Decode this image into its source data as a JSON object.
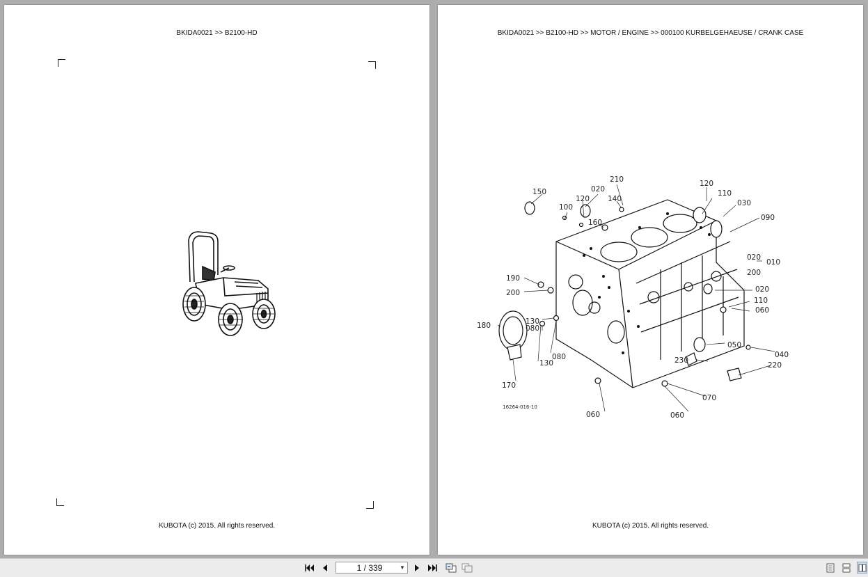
{
  "left_page": {
    "header": "BKIDA0021 >> B2100-HD",
    "footer": "KUBOTA (c) 2015. All rights reserved."
  },
  "right_page": {
    "header": "BKIDA0021 >> B2100-HD >> MOTOR / ENGINE >> 000100   KURBELGEHAEUSE / CRANK CASE",
    "footer": "KUBOTA (c) 2015. All rights reserved.",
    "drawing_code": "16264-016-10",
    "part_labels": [
      "210",
      "150",
      "020",
      "120",
      "140",
      "100",
      "160",
      "120",
      "110",
      "030",
      "090",
      "020",
      "010",
      "200",
      "190",
      "200",
      "020",
      "110",
      "060",
      "180",
      "130",
      "080",
      "080",
      "130",
      "050",
      "040",
      "230",
      "220",
      "170",
      "070",
      "060",
      "060"
    ]
  },
  "toolbar": {
    "page_indicator": "1 / 339",
    "icons": [
      "first-page-icon",
      "previous-page-icon",
      "next-page-icon",
      "last-page-icon",
      "previous-view-icon",
      "next-view-icon",
      "single-page-view-icon",
      "continuous-view-icon",
      "two-page-view-icon"
    ]
  }
}
